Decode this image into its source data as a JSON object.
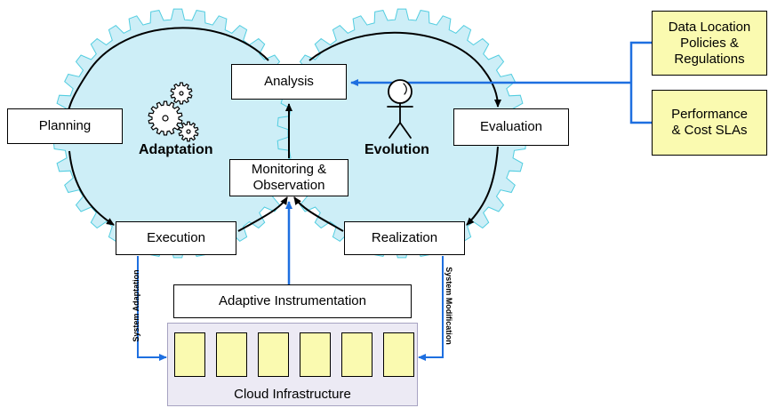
{
  "boxes": {
    "analysis": "Analysis",
    "planning": "Planning",
    "evaluation": "Evaluation",
    "monitoring": "Monitoring & Observation",
    "execution": "Execution",
    "realization": "Realization",
    "instrumentation": "Adaptive Instrumentation",
    "data_location": "Data Location Policies & Regulations",
    "performance": "Performance & Cost SLAs"
  },
  "labels": {
    "adaptation": "Adaptation",
    "evolution": "Evolution",
    "cloud": "Cloud Infrastructure",
    "system_adaptation": "System Adaptation",
    "system_modification": "System Modification"
  },
  "cloud_vm_count": 6,
  "colors": {
    "gear_fill": "#cdeef7",
    "gear_stroke": "#52cde0",
    "blue_arrow": "#1e6fe0",
    "box_yellow": "#fafab0",
    "cloud_fill": "#eceaf4"
  },
  "icons": [
    "gear-cluster-icon",
    "person-icon"
  ]
}
